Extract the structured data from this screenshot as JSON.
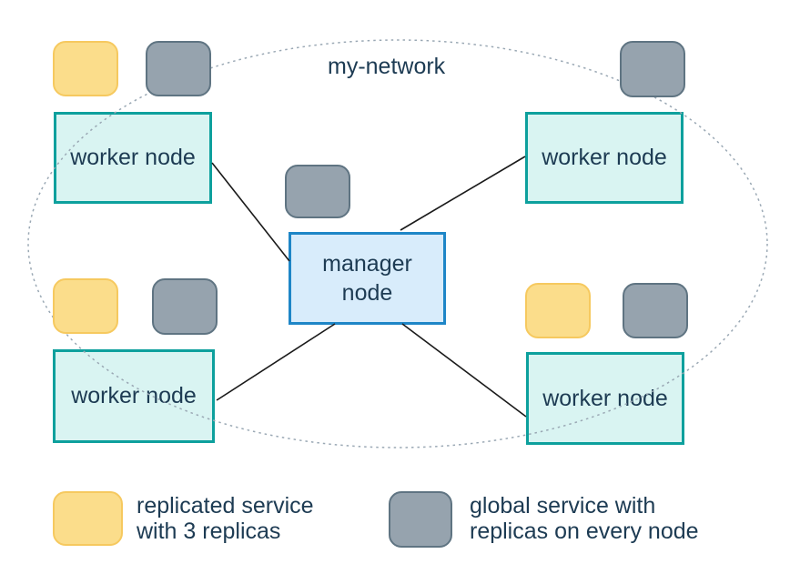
{
  "colors": {
    "background": "#ffffff",
    "text": "#1d3b53",
    "worker-fill": "#d9f4f2",
    "worker-border": "#0da09d",
    "manager-fill": "#d8ecfb",
    "manager-border": "#1e86c7",
    "replicated-fill": "#fbdd8b",
    "replicated-border": "#f6c95f",
    "global-fill": "#96a3ae",
    "global-border": "#5f7482",
    "network-stroke": "#9aa8b4",
    "connector": "#1a1a1a"
  },
  "network": {
    "label": "my-network"
  },
  "nodes": {
    "manager": {
      "label": "manager\nnode"
    },
    "worker_top_left": {
      "label": "worker node"
    },
    "worker_top_right": {
      "label": "worker node"
    },
    "worker_bottom_left": {
      "label": "worker node"
    },
    "worker_bottom_right": {
      "label": "worker node"
    }
  },
  "legend": {
    "replicated": {
      "label": "replicated service\nwith 3 replicas"
    },
    "global": {
      "label": "global service with\nreplicas on every node"
    }
  }
}
